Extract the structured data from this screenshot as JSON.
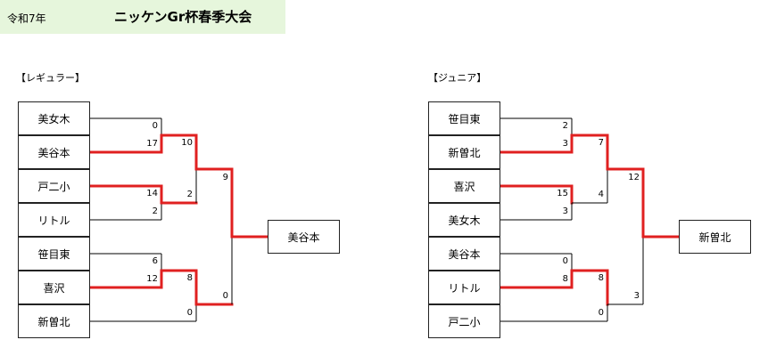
{
  "header": {
    "era": "令和7年",
    "title": "ニッケンGr杯春季大会"
  },
  "brackets": [
    {
      "label": "【レギュラー】",
      "teams": [
        "美女木",
        "美谷本",
        "戸二小",
        "リトル",
        "笹目東",
        "喜沢",
        "新曽北"
      ],
      "winner": "美谷本",
      "scores": {
        "r1": [
          "0",
          "17",
          "14",
          "2",
          "6",
          "12",
          "0"
        ],
        "r2": [
          "10",
          "2",
          "8",
          "0"
        ],
        "r3": [
          "9"
        ]
      }
    },
    {
      "label": "【ジュニア】",
      "teams": [
        "笹目東",
        "新曽北",
        "喜沢",
        "美女木",
        "美谷本",
        "リトル",
        "戸二小"
      ],
      "winner": "新曽北",
      "scores": {
        "r1": [
          "2",
          "3",
          "15",
          "3",
          "0",
          "8",
          "0"
        ],
        "r2": [
          "7",
          "4",
          "8",
          "3"
        ],
        "r3": [
          "12"
        ]
      }
    }
  ]
}
